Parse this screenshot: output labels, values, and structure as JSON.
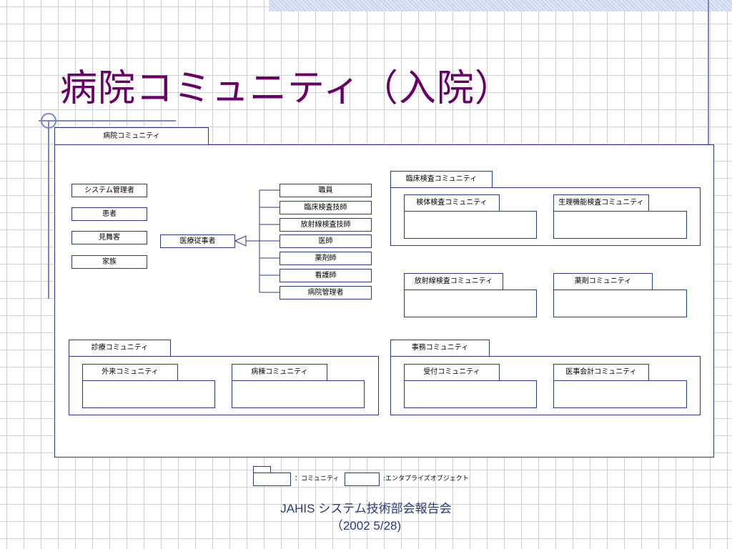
{
  "slide": {
    "title": "病院コミュニティ（入院）"
  },
  "diagram": {
    "outer": {
      "label": "病院コミュニティ"
    },
    "actors": [
      "システム管理者",
      "患者",
      "見舞客",
      "家族"
    ],
    "medical_staff": {
      "label": "医療従事者",
      "roles": [
        "職員",
        "臨床検査技師",
        "放射線検査技師",
        "医師",
        "薬剤師",
        "看護師",
        "病院管理者"
      ]
    },
    "clinical_lab": {
      "label": "臨床検査コミュニティ",
      "children": [
        "検体検査コミュニティ",
        "生理機能検査コミュニティ"
      ]
    },
    "radiology": {
      "label": "放射線検査コミュニティ"
    },
    "pharmacy": {
      "label": "薬剤コミュニティ"
    },
    "treatment": {
      "label": "診療コミュニティ",
      "children": [
        "外来コミュニティ",
        "病棟コミュニティ"
      ]
    },
    "office": {
      "label": "事務コミュニティ",
      "children": [
        "受付コミュニティ",
        "医事会計コミュニティ"
      ]
    }
  },
  "legend": {
    "community": "：コミュニティ",
    "enterprise_object": ":エンタプライズオブジェクト"
  },
  "footer": {
    "line1": "JAHIS システム技術部会報告会",
    "line2": "（2002 5/28)"
  }
}
